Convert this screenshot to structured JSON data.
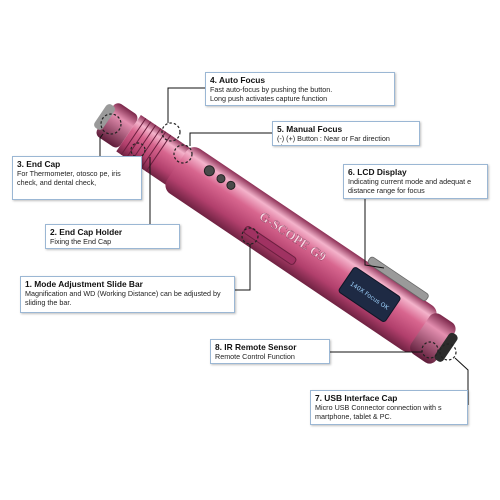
{
  "callouts": [
    {
      "id": "auto-focus",
      "title": "4. Auto Focus",
      "desc": "Fast auto-focus by pushing the button.\nLong push activates capture function"
    },
    {
      "id": "manual-focus",
      "title": "5. Manual Focus",
      "desc": "(-) (+) Button : Near or Far direction change"
    },
    {
      "id": "end-cap",
      "title": "3. End Cap",
      "desc": "For Thermometer, otosco pe, iris check, and dental check,"
    },
    {
      "id": "lcd-display",
      "title": "6. LCD Display",
      "desc": "Indicating current mode  and adequat e distance range for focus"
    },
    {
      "id": "end-cap-holder",
      "title": "2. End Cap Holder",
      "desc": "Fixing the End Cap"
    },
    {
      "id": "mode-adjustment",
      "title": "1. Mode Adjustment Slide Bar",
      "desc": "Magnification and WD (Working Distance) can be adjusted by sliding the bar."
    },
    {
      "id": "ir-remote",
      "title": "8. IR Remote Sensor",
      "desc": "Remote Control Function"
    },
    {
      "id": "usb-cap",
      "title": "7. USB Interface Cap",
      "desc": "Micro USB Connector connection with s martphone, tablet & PC."
    }
  ],
  "device": {
    "brand_text": "G-SCOPE",
    "model_text": "G9",
    "lcd_text": "140X Focus OK",
    "colors": {
      "body": "#d45b8a",
      "body_light": "#f2a9c4",
      "body_dark": "#8c2f55",
      "lcd": "#1e2a44"
    }
  }
}
